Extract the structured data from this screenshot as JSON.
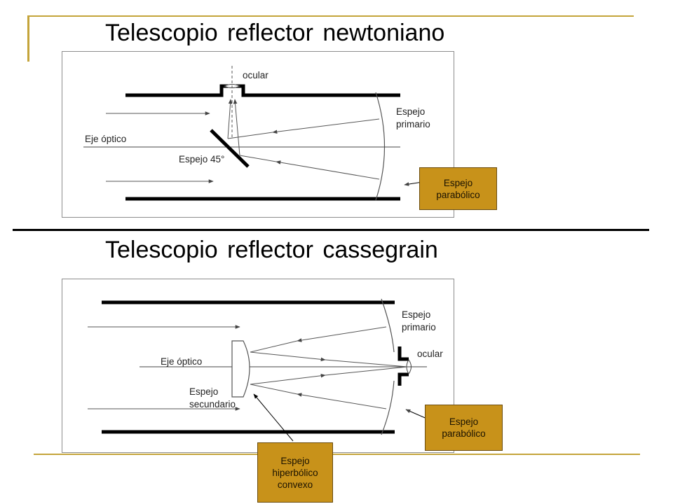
{
  "top": {
    "title": "Telescopio reflector newtoniano",
    "labels": {
      "ocular": "ocular",
      "espejo_primario_1": "Espejo",
      "espejo_primario_2": "primario",
      "eje_optico": "Eje óptico",
      "espejo_45": "Espejo 45°"
    },
    "callout": [
      "Espejo",
      "parabólico"
    ]
  },
  "bottom": {
    "title": "Telescopio reflector cassegrain",
    "labels": {
      "espejo_primario_1": "Espejo",
      "espejo_primario_2": "primario",
      "ocular": "ocular",
      "eje_optico": "Eje óptico",
      "espejo_secundario_1": "Espejo",
      "espejo_secundario_2": "secundario"
    },
    "callout_parabolico": [
      "Espejo",
      "parabólico"
    ],
    "callout_hiperbolico": [
      "Espejo",
      "hiperbólico",
      "convexo"
    ]
  },
  "colors": {
    "accent_line": "#c4a43a",
    "callout_fill": "#c8921a"
  }
}
